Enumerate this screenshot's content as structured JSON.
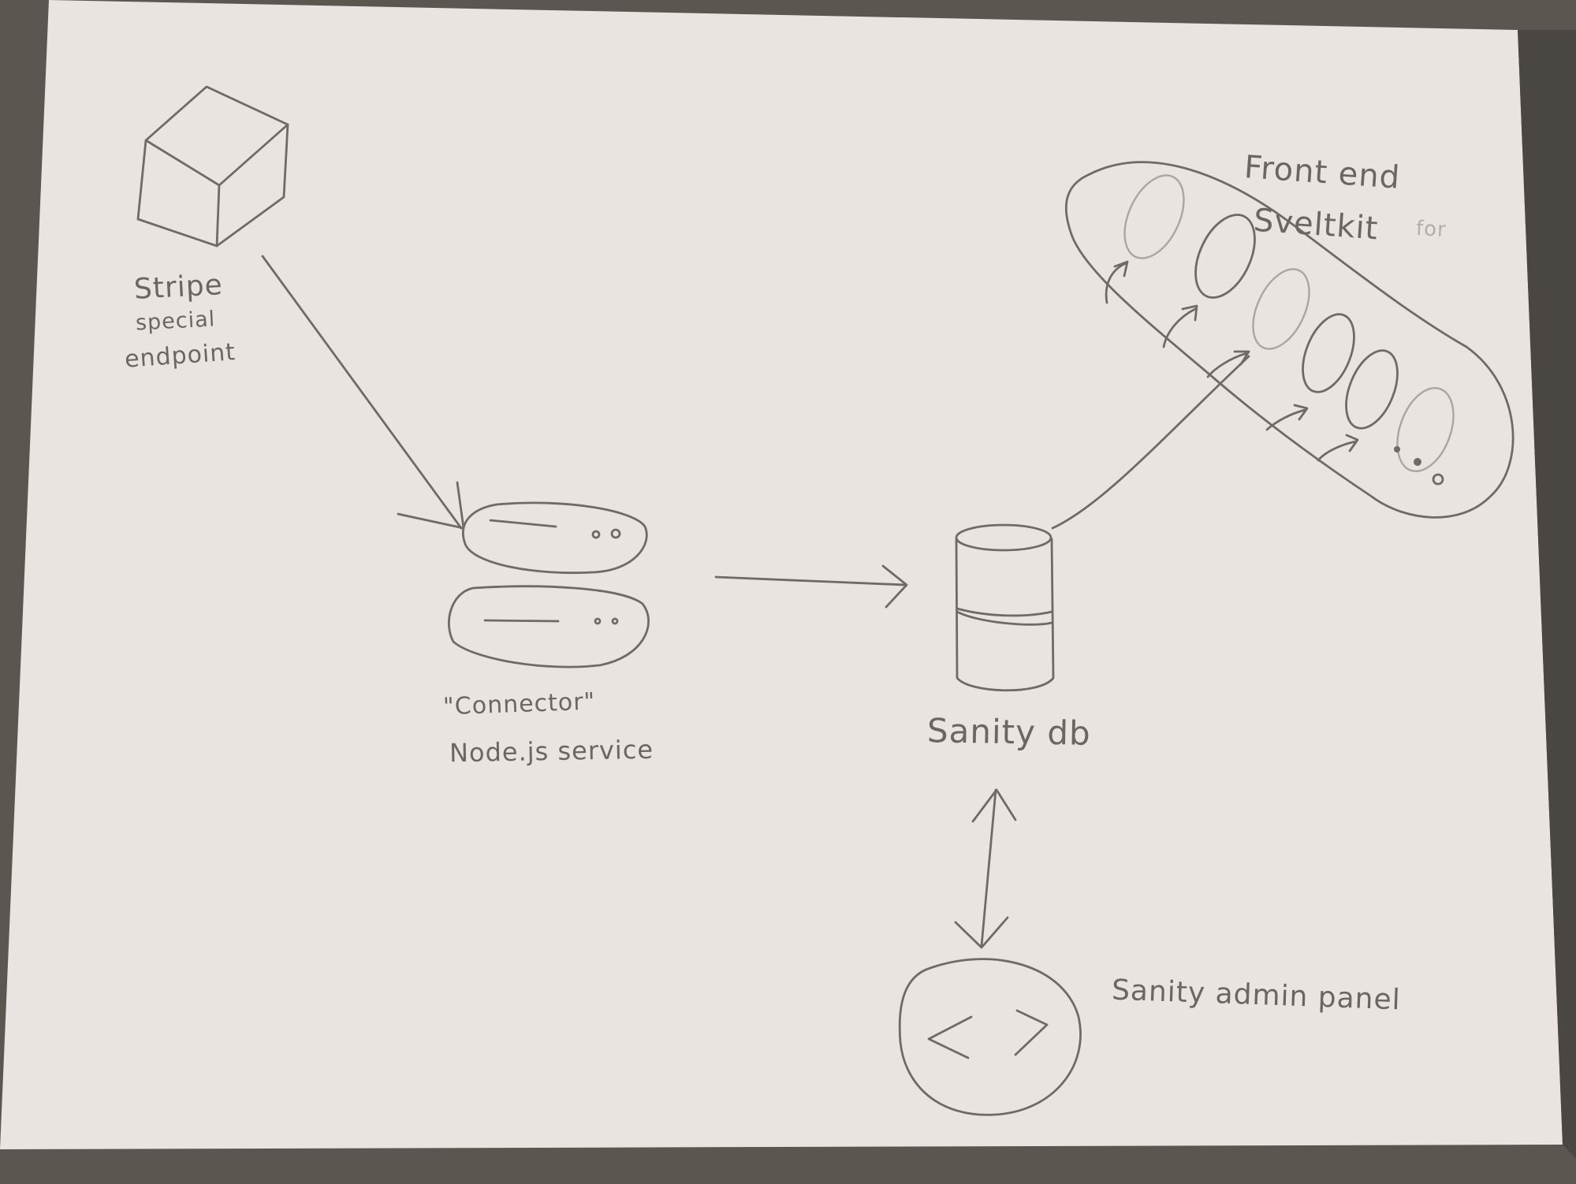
{
  "nodes": {
    "stripe": {
      "label": "Stripe",
      "line2": "special",
      "line3": "endpoint",
      "icon": "cube-icon"
    },
    "connector": {
      "label": "\"Connector\"",
      "line2": "Node.js service",
      "icon": "server-icon"
    },
    "sanity_db": {
      "label": "Sanity db",
      "icon": "database-icon"
    },
    "admin": {
      "label": "Sanity admin panel",
      "icon": "code-brackets-icon"
    },
    "frontend": {
      "label": "Front end",
      "line2": "Sveltkit",
      "line3": "for",
      "icon": "browser-pages-icon"
    }
  },
  "edges": [
    {
      "from": "stripe",
      "to": "connector",
      "direction": "forward"
    },
    {
      "from": "connector",
      "to": "sanity_db",
      "direction": "forward"
    },
    {
      "from": "sanity_db",
      "to": "frontend",
      "direction": "forward"
    },
    {
      "from": "sanity_db",
      "to": "admin",
      "direction": "both"
    }
  ],
  "colors": {
    "paper": "#eae4e1",
    "pencil": "#6e6b67",
    "table": "#5b5650"
  }
}
